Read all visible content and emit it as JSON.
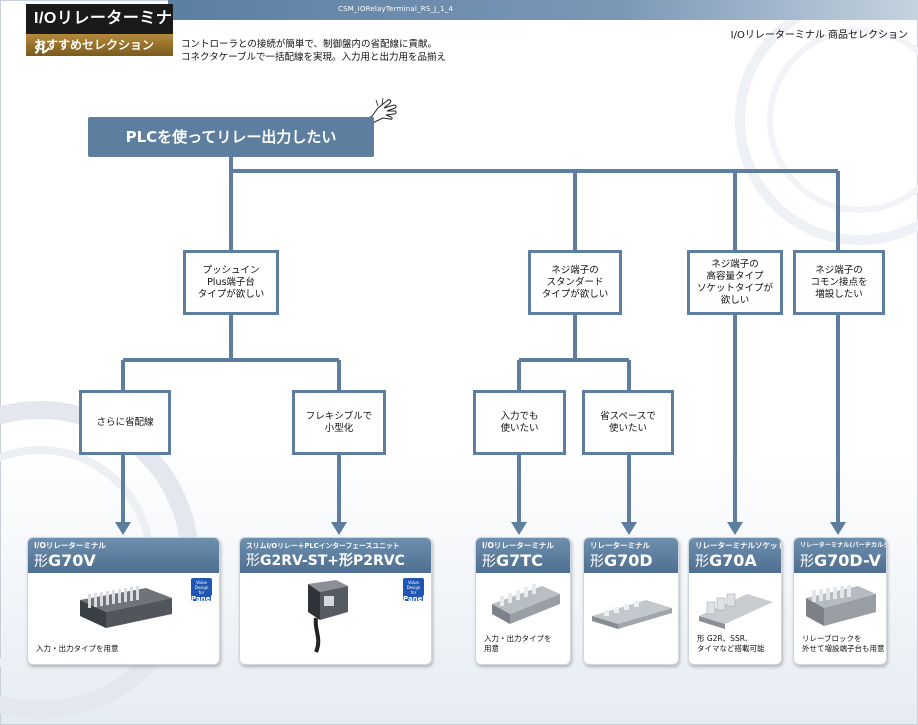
{
  "header": {
    "doc_code": "CSM_IORelayTerminal_RS_J_1_4",
    "brand_title": "I/Oリレーターミナル",
    "brand_subtitle": "おすすめセレクション",
    "intro_line1": "コントローラとの接続が簡単で、制御盤内の省配線に貢献。",
    "intro_line2": "コネクタケーブルで一括配線を実現。入力用と出力用を品揃え",
    "page_heading": "I/Oリレーターミナル 商品セレクション"
  },
  "colors": {
    "node_blue": "#5d7e9f",
    "card_header": "#4e6f91",
    "brand_gold": "#9a7330",
    "badge_blue": "#1f55b3"
  },
  "root": {
    "label": "PLCを使ってリレー出力したい",
    "icon": "pointing-hand-icon"
  },
  "level1": [
    {
      "line1": "プッシュイン",
      "line2": "Plus端子台",
      "line3": "タイプが欲しい",
      "line4": ""
    },
    {
      "line1": "ネジ端子の",
      "line2": "スタンダード",
      "line3": "タイプが欲しい",
      "line4": ""
    },
    {
      "line1": "ネジ端子の",
      "line2": "高容量タイプ",
      "line3": "ソケットタイプが",
      "line4": "欲しい"
    },
    {
      "line1": "ネジ端子の",
      "line2": "コモン接点を",
      "line3": "増設したい",
      "line4": ""
    }
  ],
  "level2": [
    {
      "line1": "さらに省配線",
      "line2": ""
    },
    {
      "line1": "フレキシブルで",
      "line2": "小型化"
    },
    {
      "line1": "入力でも",
      "line2": "使いたい"
    },
    {
      "line1": "省スペースで",
      "line2": "使いたい"
    }
  ],
  "products": [
    {
      "category": "I/Oリレーターミナル",
      "prefix": "形",
      "model": "G70V",
      "desc_line1": "入力・出力タイプを用意",
      "desc_line2": "",
      "badge": true,
      "image": "g70v-terminal-image"
    },
    {
      "category": "スリムI/Oリレー＋PLCインターフェースユニット",
      "prefix": "形",
      "model": "G2RV-ST+形P2RVC",
      "desc_line1": "",
      "desc_line2": "",
      "badge": true,
      "image": "g2rv-relay-unit-image"
    },
    {
      "category": "I/Oリレーターミナル",
      "prefix": "形",
      "model": "G7TC",
      "desc_line1": "入力・出力タイプを",
      "desc_line2": "用意",
      "badge": false,
      "image": "g7tc-terminal-image"
    },
    {
      "category": "リレーターミナル",
      "prefix": "形",
      "model": "G70D",
      "desc_line1": "",
      "desc_line2": "",
      "badge": false,
      "image": "g70d-terminal-image"
    },
    {
      "category": "リレーターミナルソケット",
      "prefix": "形",
      "model": "G70A",
      "desc_line1": "形 G2R、SSR、",
      "desc_line2": "タイマなど搭載可能",
      "badge": false,
      "image": "g70a-socket-image"
    },
    {
      "category": "リレーターミナル(バーチカルタイプ)",
      "prefix": "形",
      "model": "G70D-V",
      "desc_line1": "リレーブロックを",
      "desc_line2": "外せて増設端子台も用意",
      "badge": false,
      "image": "g70dv-terminal-image"
    }
  ],
  "badge": {
    "line1": "Value Design",
    "line2": "for",
    "line3": "Panel"
  }
}
